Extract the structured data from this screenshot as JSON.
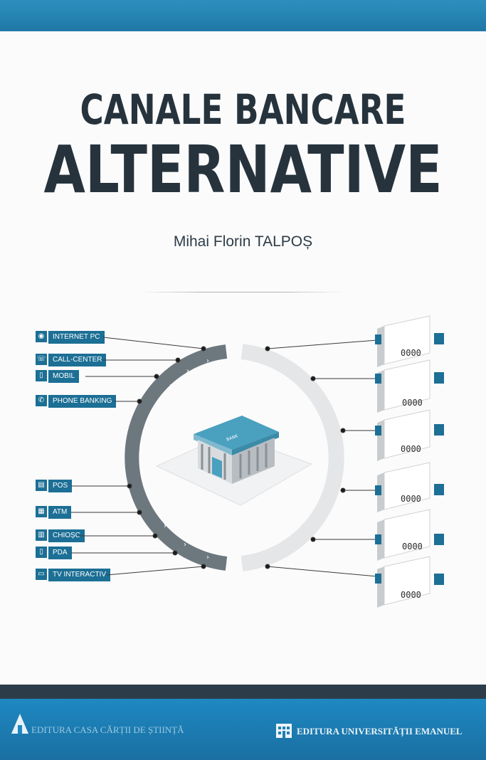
{
  "cover": {
    "title_line1": "CANALE BANCARE",
    "title_line2": "ALTERNATIVE",
    "author": "Mihai Florin TALPOȘ"
  },
  "channels": [
    {
      "label": "INTERNET PC",
      "icon": "globe-icon"
    },
    {
      "label": "CALL-CENTER",
      "icon": "headset-icon"
    },
    {
      "label": "MOBIL",
      "icon": "mobile-phone-icon"
    },
    {
      "label": "PHONE BANKING",
      "icon": "phone-icon"
    },
    {
      "label": "POS",
      "icon": "pos-terminal-icon"
    },
    {
      "label": "ATM",
      "icon": "atm-icon"
    },
    {
      "label": "CHIOȘC",
      "icon": "kiosk-icon"
    },
    {
      "label": "PDA",
      "icon": "pda-icon"
    },
    {
      "label": "TV INTERACTIV",
      "icon": "tv-icon"
    }
  ],
  "bank_sign": "BANK",
  "accounts": [
    "0000",
    "0000",
    "0000",
    "0000",
    "0000",
    "0000"
  ],
  "publishers": {
    "left": "EDITURA CASA CĂRȚII DE ȘTIINȚĂ",
    "right": "EDITURA UNIVERSITĂȚII EMANUEL"
  },
  "colors": {
    "accent": "#1c6f95",
    "title": "#26333d",
    "band": "#1f80b3"
  }
}
